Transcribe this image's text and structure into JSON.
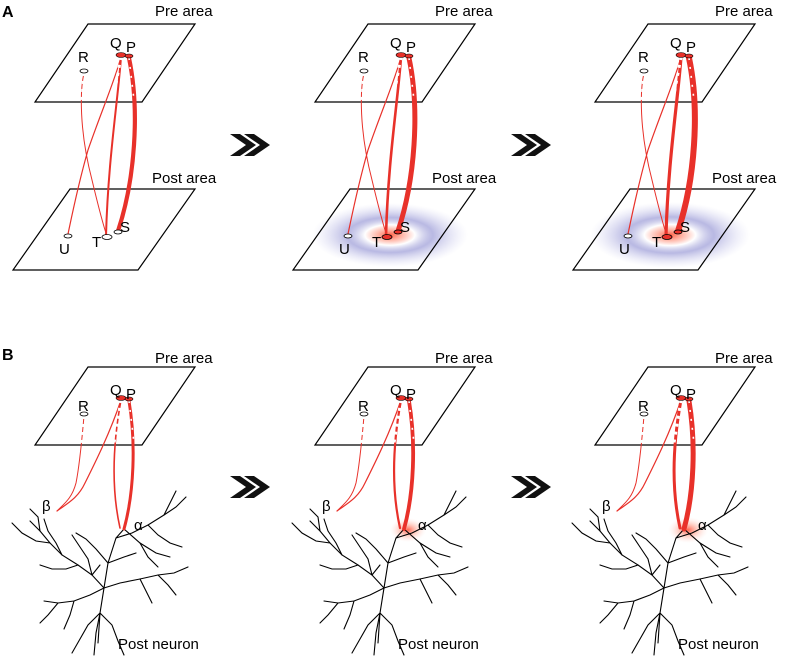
{
  "panels": {
    "a_label": "A",
    "b_label": "B"
  },
  "labels": {
    "pre_area": "Pre area",
    "post_area": "Post area",
    "post_neuron": "Post neuron",
    "P": "P",
    "Q": "Q",
    "R": "R",
    "S": "S",
    "T": "T",
    "U": "U",
    "alpha": "α",
    "beta": "β"
  },
  "colors": {
    "connection": "#e8312a",
    "field_center": "#ff6a4d",
    "field_surround": "#8080c8",
    "neuron": "#000000"
  },
  "icons": {
    "transition": "double-chevron-right-icon"
  }
}
